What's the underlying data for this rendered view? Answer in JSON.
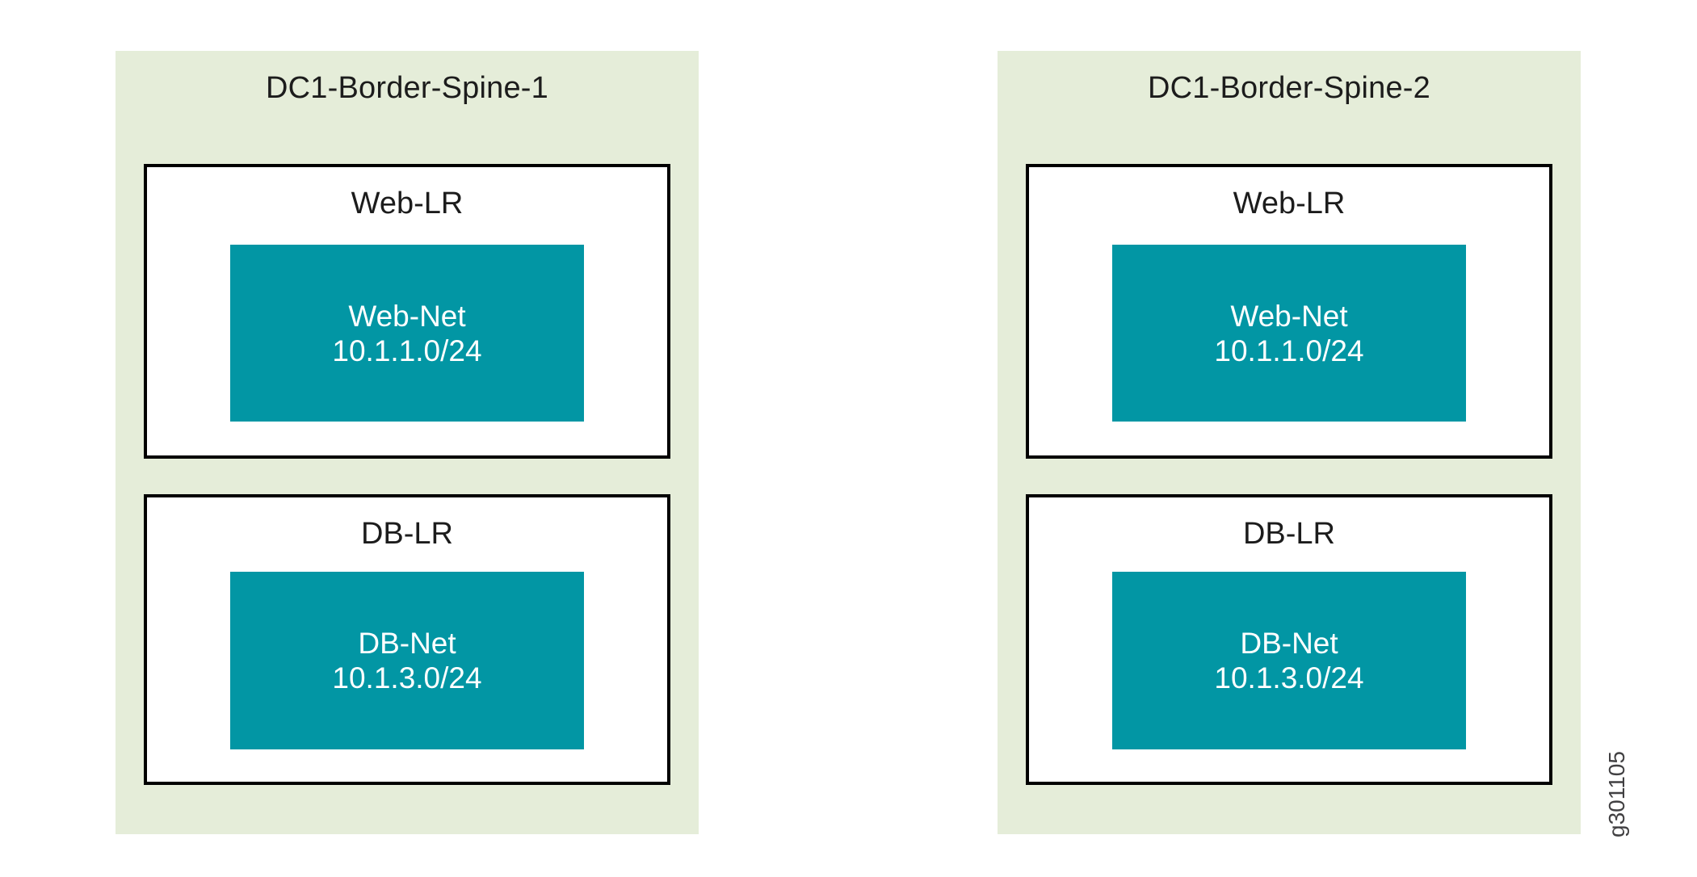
{
  "figure_id": "g301105",
  "colors": {
    "panel-bg": "#e5edd9",
    "net-bg": "#0296a4",
    "box-border": "#000000",
    "label-text": "#1c1c1c",
    "net-text": "#ffffff",
    "figure-id-text": "#414042",
    "page-bg": "#ffffff"
  },
  "panels": [
    {
      "title": "DC1-Border-Spine-1",
      "logical_routers": [
        {
          "name": "Web-LR",
          "network": {
            "name": "Web-Net",
            "subnet": "10.1.1.0/24"
          }
        },
        {
          "name": "DB-LR",
          "network": {
            "name": "DB-Net",
            "subnet": "10.1.3.0/24"
          }
        }
      ]
    },
    {
      "title": "DC1-Border-Spine-2",
      "logical_routers": [
        {
          "name": "Web-LR",
          "network": {
            "name": "Web-Net",
            "subnet": "10.1.1.0/24"
          }
        },
        {
          "name": "DB-LR",
          "network": {
            "name": "DB-Net",
            "subnet": "10.1.3.0/24"
          }
        }
      ]
    }
  ]
}
